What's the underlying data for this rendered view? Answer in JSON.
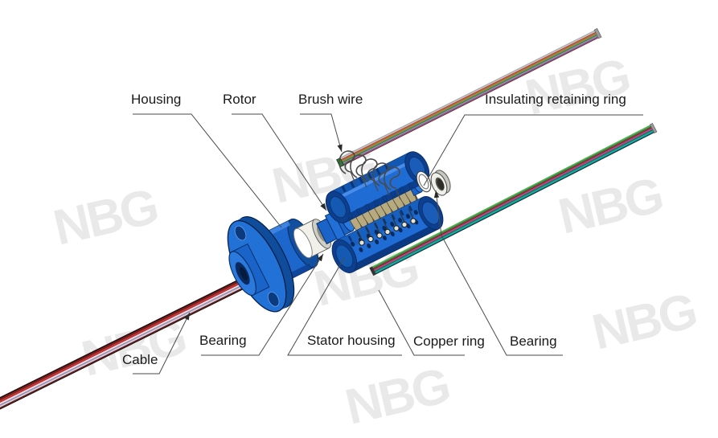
{
  "watermark": {
    "text": "NBG",
    "color": "#e9e9e9"
  },
  "diagram": {
    "type": "exploded-view technical illustration of a capsule slip ring",
    "labels": {
      "housing": "Housing",
      "rotor": "Rotor",
      "brush_wire": "Brush wire",
      "insulating_retaining_ring": "Insulating retaining ring",
      "cable": "Cable",
      "bearing_left": "Bearing",
      "stator_housing": "Stator housing",
      "copper_ring": "Copper ring",
      "bearing_right": "Bearing"
    },
    "colors": {
      "background": "#ffffff",
      "part_blue": "#1f6cd4",
      "part_blue_light": "#4a8ee8",
      "part_blue_dark": "#0d3f8e",
      "part_blue_deep": "#08306b",
      "copper_ring": "#b7aa80",
      "copper_dark": "#4e4430",
      "bearing_white": "#efefe9",
      "leader_line": "#4a4a4a",
      "label_text": "#1a1a1a",
      "cable_bottom_left_stripes": [
        "#2a0e0e",
        "#7e1818",
        "#c23232",
        "#e9e9ee",
        "#a291b5",
        "#d8d8de",
        "#5d1414",
        "#1c0505"
      ],
      "cable_top_stripes": [
        "#a8a8a8",
        "#c4c4c4",
        "#b43a32",
        "#b06a28",
        "#7d8f3c",
        "#2f7a46",
        "#8d8da0",
        "#7e4fa4",
        "#7a2828"
      ],
      "cable_bottom_right_stripes": [
        "#49b24c",
        "#2c7a31",
        "#8a1f23",
        "#b43a9e",
        "#1f6b33",
        "#00b0b4",
        "#0e3a3c"
      ]
    }
  }
}
